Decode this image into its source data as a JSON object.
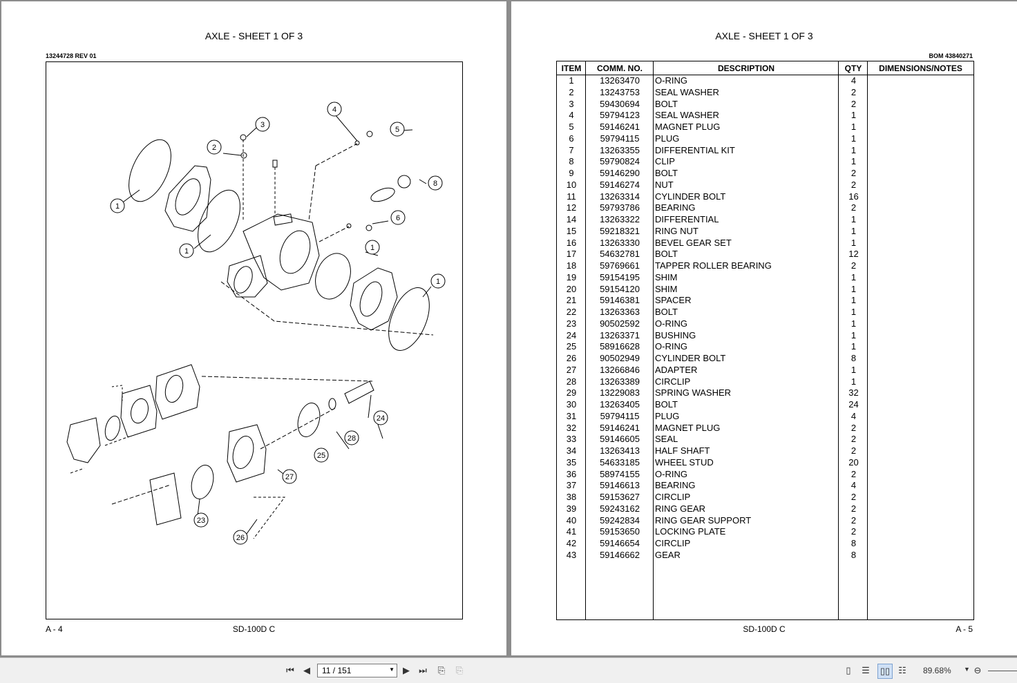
{
  "left_page": {
    "title": "AXLE - SHEET 1 OF 3",
    "doc_ref": "13244728 REV 01",
    "footer_left": "A - 4",
    "footer_center": "SD-100D C",
    "balloons": [
      "1",
      "2",
      "3",
      "4",
      "5",
      "1",
      "8",
      "6",
      "1",
      "1",
      "24",
      "28",
      "25",
      "27",
      "23",
      "26"
    ]
  },
  "right_page": {
    "title": "AXLE - SHEET 1 OF 3",
    "bom_ref": "BOM 43840271",
    "footer_center": "SD-100D C",
    "footer_right": "A - 5",
    "table": {
      "headers": [
        "ITEM",
        "COMM. NO.",
        "DESCRIPTION",
        "QTY",
        "DIMENSIONS/NOTES"
      ],
      "rows": [
        [
          "1",
          "13263470",
          "O-RING",
          "4"
        ],
        [
          "2",
          "13243753",
          "SEAL WASHER",
          "2"
        ],
        [
          "3",
          "59430694",
          "BOLT",
          "2"
        ],
        [
          "4",
          "59794123",
          "SEAL WASHER",
          "1"
        ],
        [
          "5",
          "59146241",
          "MAGNET PLUG",
          "1"
        ],
        [
          "6",
          "59794115",
          "PLUG",
          "1"
        ],
        [
          "7",
          "13263355",
          "DIFFERENTIAL KIT",
          "1"
        ],
        [
          "8",
          "59790824",
          "CLIP",
          "1"
        ],
        [
          "9",
          "59146290",
          "BOLT",
          "2"
        ],
        [
          "10",
          "59146274",
          "NUT",
          "2"
        ],
        [
          "11",
          "13263314",
          "CYLINDER BOLT",
          "16"
        ],
        [
          "12",
          "59793786",
          "BEARING",
          "2"
        ],
        [
          "14",
          "13263322",
          "DIFFERENTIAL",
          "1"
        ],
        [
          "15",
          "59218321",
          "RING NUT",
          "1"
        ],
        [
          "16",
          "13263330",
          "BEVEL GEAR SET",
          "1"
        ],
        [
          "17",
          "54632781",
          "BOLT",
          "12"
        ],
        [
          "18",
          "59769661",
          "TAPPER ROLLER BEARING",
          "2"
        ],
        [
          "19",
          "59154195",
          "SHIM",
          "1"
        ],
        [
          "20",
          "59154120",
          "SHIM",
          "1"
        ],
        [
          "21",
          "59146381",
          "SPACER",
          "1"
        ],
        [
          "22",
          "13263363",
          "BOLT",
          "1"
        ],
        [
          "23",
          "90502592",
          "O-RING",
          "1"
        ],
        [
          "24",
          "13263371",
          "BUSHING",
          "1"
        ],
        [
          "25",
          "58916628",
          "O-RING",
          "1"
        ],
        [
          "26",
          "90502949",
          "CYLINDER BOLT",
          "8"
        ],
        [
          "27",
          "13266846",
          "ADAPTER",
          "1"
        ],
        [
          "28",
          "13263389",
          "CIRCLIP",
          "1"
        ],
        [
          "29",
          "13229083",
          "SPRING WASHER",
          "32"
        ],
        [
          "30",
          "13263405",
          "BOLT",
          "24"
        ],
        [
          "31",
          "59794115",
          "PLUG",
          "4"
        ],
        [
          "32",
          "59146241",
          "MAGNET PLUG",
          "2"
        ],
        [
          "33",
          "59146605",
          "SEAL",
          "2"
        ],
        [
          "34",
          "13263413",
          "HALF SHAFT",
          "2"
        ],
        [
          "35",
          "54633185",
          "WHEEL STUD",
          "20"
        ],
        [
          "36",
          "58974155",
          "O-RING",
          "2"
        ],
        [
          "37",
          "59146613",
          "BEARING",
          "4"
        ],
        [
          "38",
          "59153627",
          "CIRCLIP",
          "2"
        ],
        [
          "39",
          "59243162",
          "RING GEAR",
          "2"
        ],
        [
          "40",
          "59242834",
          "RING GEAR SUPPORT",
          "2"
        ],
        [
          "41",
          "59153650",
          "LOCKING PLATE",
          "2"
        ],
        [
          "42",
          "59146654",
          "CIRCLIP",
          "8"
        ],
        [
          "43",
          "59146662",
          "GEAR",
          "8"
        ]
      ]
    }
  },
  "toolbar": {
    "page_value": "11 / 151",
    "zoom": "89.68%",
    "icons": [
      "first-page-icon",
      "prev-page-icon",
      "next-page-icon",
      "last-page-icon",
      "prev-view-icon",
      "next-view-icon",
      "single-page-icon",
      "continuous-icon",
      "facing-icon",
      "continuous-facing-icon",
      "zoom-out-icon"
    ]
  }
}
